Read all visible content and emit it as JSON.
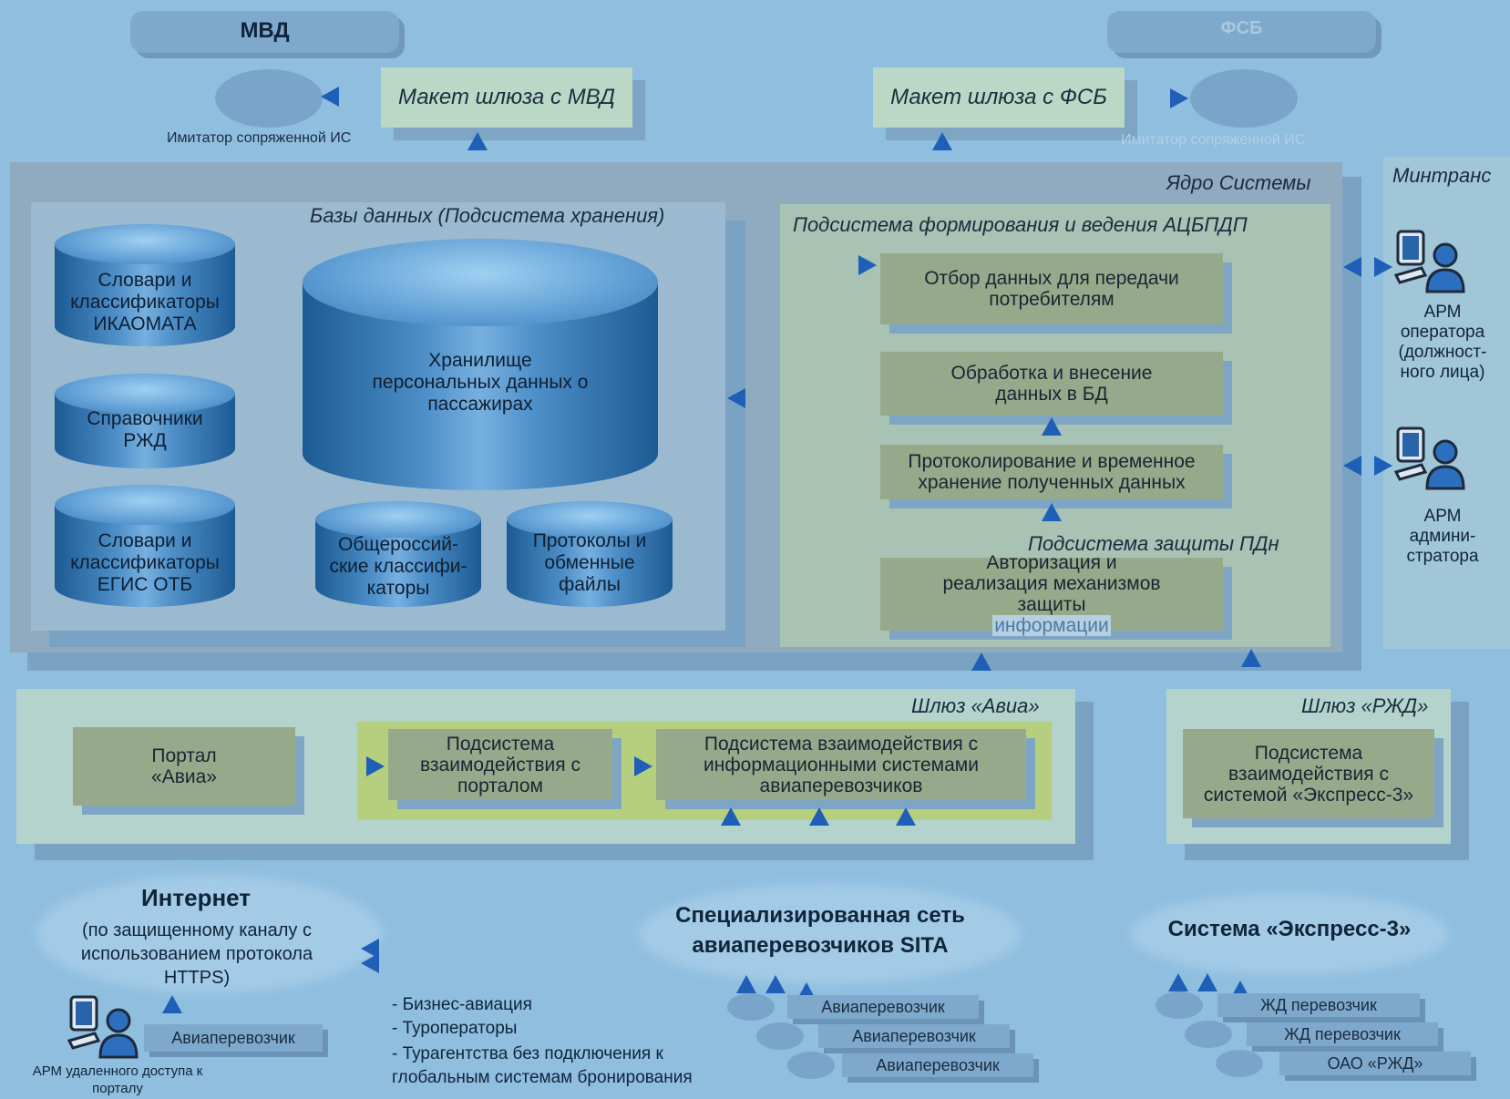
{
  "top": {
    "mvd": "МВД",
    "fsb": "ФСБ",
    "gateway_mvd": "Макет шлюза с МВД",
    "gateway_fsb": "Макет шлюза с ФСБ",
    "imitator_left": "Имитатор сопряженной ИС",
    "imitator_right": "Имитатор сопряженной ИС"
  },
  "core": {
    "title": "Ядро Системы",
    "db_title": "Базы данных (Подсистема хранения)",
    "db": {
      "icao": "Словари и классификаторы ИКАОМАТА",
      "rzd": "Справочники РЖД",
      "egis": "Словари и классификаторы ЕГИС ОТБ",
      "storage": "Хранилище персональных данных о пассажирах",
      "okpd": "Общероссий-ские классифи-каторы",
      "protocols": "Протоколы и обменные файлы"
    },
    "acbpdp_title": "Подсистема формирования и ведения АЦБПДП",
    "box_select": "Отбор данных для передачи потребителям",
    "box_process": "Обработка и внесение данных в БД",
    "box_protocol": "Протоколирование и временное хранение полученных данных",
    "pdn_title": "Подсистема защиты ПДн",
    "box_auth_1": "Авторизация и реализация механизмов защиты",
    "box_auth_2": "информации"
  },
  "mintrans": {
    "title": "Минтранс",
    "arm_operator": "АРМ оператора (должност-ного лица)",
    "arm_admin": "АРМ админи-стратора"
  },
  "gateway_avia": {
    "title": "Шлюз «Авиа»",
    "portal": "Портал «Авиа»",
    "portal_subsystem": "Подсистема взаимодействия с порталом",
    "carriers_subsystem": "Подсистема взаимодействия с информационными системами авиаперевозчиков"
  },
  "gateway_rzd": {
    "title": "Шлюз «РЖД»",
    "express_subsystem": "Подсистема взаимодействия с системой «Экспресс-3»"
  },
  "bottom": {
    "internet_title": "Интернет",
    "internet_desc": "(по защищенному каналу с использованием протокола HTTPS)",
    "aviacarrier_left": "Авиаперевозчик",
    "arm_remote": "АРМ удаленного доступа к порталу",
    "list_items": [
      "- Бизнес-авиация",
      "- Туроператоры",
      "- Турагентства без подключения к глобальным системам бронирования"
    ],
    "sita_title": "Специализированная сеть авиаперевозчиков SITA",
    "sita_items": [
      "Авиаперевозчик",
      "Авиаперевозчик",
      "Авиаперевозчик"
    ],
    "express_title": "Система «Экспресс-3»",
    "express_items": [
      "ЖД перевозчик",
      "ЖД перевозчик",
      "ОАО «РЖД»"
    ]
  }
}
